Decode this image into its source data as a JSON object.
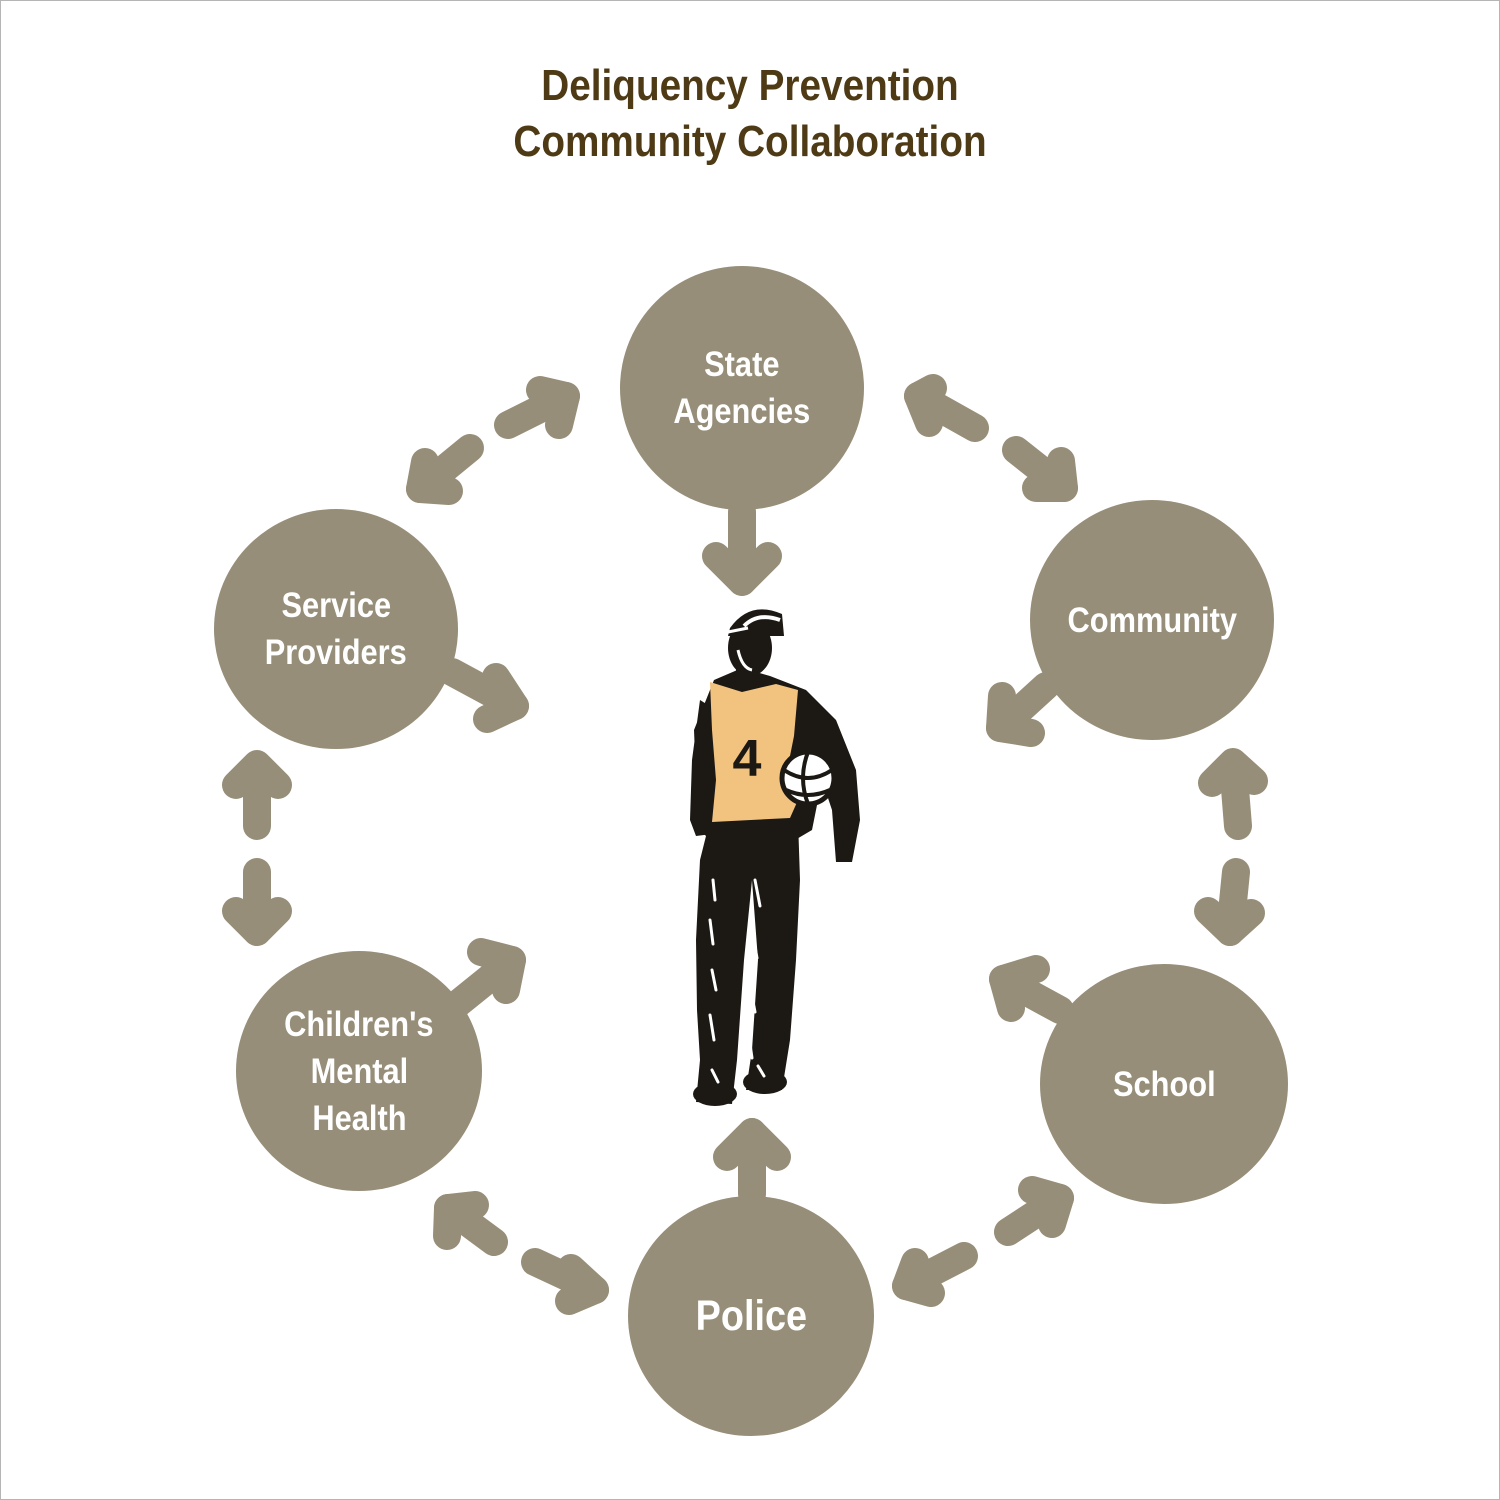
{
  "title": {
    "line1": "Deliquency Prevention",
    "line2": "Community Collaboration"
  },
  "nodes": {
    "state_agencies": {
      "line1": "State",
      "line2": "Agencies"
    },
    "community": {
      "line1": "Community"
    },
    "service_providers": {
      "line1": "Service",
      "line2": "Providers"
    },
    "childrens_mental_health": {
      "line1": "Children's",
      "line2": "Mental",
      "line3": "Health"
    },
    "school": {
      "line1": "School"
    },
    "police": {
      "line1": "Police"
    }
  },
  "figure": {
    "jersey_number": "4",
    "icon": "youth-with-basketball-figure"
  },
  "colors": {
    "title": "#4e3a14",
    "node_fill": "#968e78",
    "arrow": "#968e78",
    "node_text": "#ffffff",
    "jersey": "#f2c27f",
    "figure": "#1c1814"
  }
}
